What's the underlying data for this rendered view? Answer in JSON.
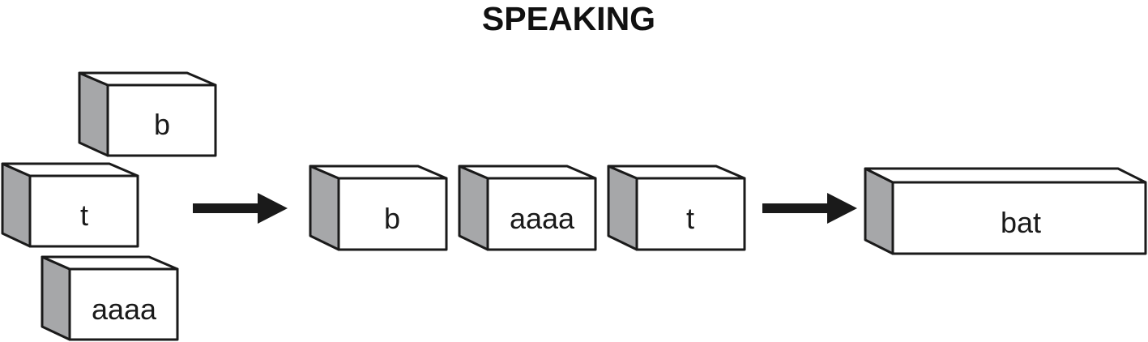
{
  "title": "SPEAKING",
  "colors": {
    "outline": "#1a1a1a",
    "side_face": "#a6a7a9",
    "front_face": "#ffffff",
    "arrow": "#1a1a1a"
  },
  "scattered_blocks": [
    {
      "label": "b"
    },
    {
      "label": "t"
    },
    {
      "label": "aaaa"
    }
  ],
  "sequenced_blocks": [
    {
      "label": "b"
    },
    {
      "label": "aaaa"
    },
    {
      "label": "t"
    }
  ],
  "result_block": {
    "label": "bat"
  },
  "arrows": [
    {
      "name": "arrow-scattered-to-sequence"
    },
    {
      "name": "arrow-sequence-to-word"
    }
  ]
}
